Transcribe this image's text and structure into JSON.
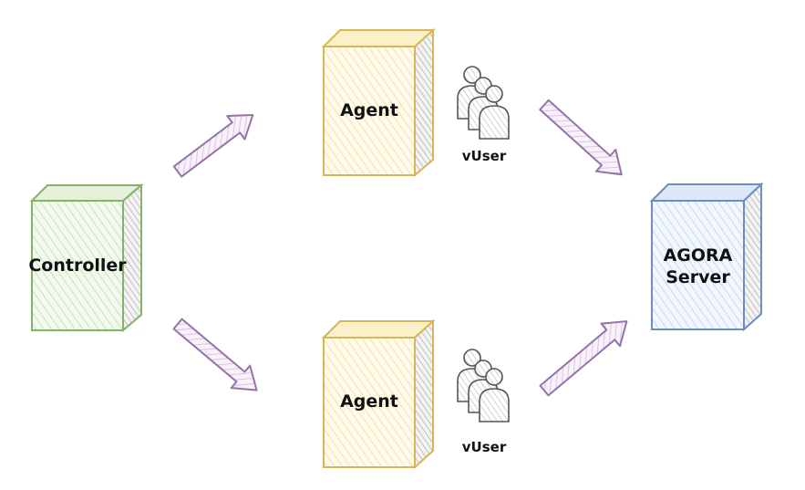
{
  "nodes": {
    "controller": {
      "label": "Controller",
      "fill": "#eef6e6",
      "stroke": "#82b366"
    },
    "agent_top": {
      "label": "Agent",
      "fill": "#fdf6dc",
      "stroke": "#d6b656"
    },
    "agent_bottom": {
      "label": "Agent",
      "fill": "#fdf6dc",
      "stroke": "#d6b656"
    },
    "server": {
      "label_line1": "AGORA",
      "label_line2": "Server",
      "fill": "#e7eefb",
      "stroke": "#6c8ebf"
    }
  },
  "users": {
    "top": {
      "label": "vUser",
      "icon": "users-group-icon"
    },
    "bottom": {
      "label": "vUser",
      "icon": "users-group-icon"
    }
  },
  "arrows": {
    "fill": "#f1e6f4",
    "stroke": "#9673a6"
  }
}
